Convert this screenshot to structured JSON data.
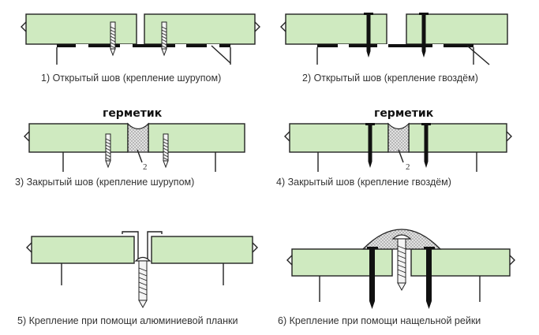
{
  "panels": [
    {
      "caption": "1) Открытый шов (крепление шурупом)"
    },
    {
      "caption": "2) Открытый шов (крепление гвоздём)"
    },
    {
      "caption": "3) Закрытый шов (крепление шурупом)",
      "label": "герметик",
      "marker": "2"
    },
    {
      "caption": "4) Закрытый шов (крепление гвоздём)",
      "label": "герметик",
      "marker": "2"
    },
    {
      "caption": "5) Крепление при помощи алюминиевой планки"
    },
    {
      "caption": "6) Крепление при помощи  нащельной рейки"
    }
  ],
  "colors": {
    "board": "#cfeac0",
    "outline": "#222222",
    "sealant": "#d9d9d9"
  }
}
